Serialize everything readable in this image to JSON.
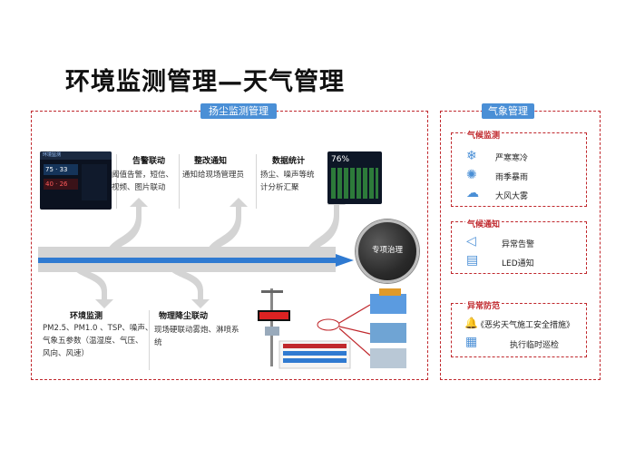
{
  "title": "环境监测管理—天气管理",
  "dust_section": {
    "tab": "扬尘监测管理",
    "top_nodes": [
      {
        "title": "告警联动",
        "desc": [
          "阈值告警，短信、",
          "视频、图片联动"
        ]
      },
      {
        "title": "整改通知",
        "desc": [
          "通知给现场管理员"
        ]
      },
      {
        "title": "数据统计",
        "desc": [
          "扬尘、噪声等统",
          "计分析汇聚"
        ]
      }
    ],
    "bottom_nodes": [
      {
        "title": "环境监测",
        "desc": [
          "PM2.5、PM1.0 、TSP、噪声、",
          "气象五参数（温湿度、气压、",
          "风向、风速）"
        ]
      },
      {
        "title": "物理降尘联动",
        "desc": [
          "现场硬联动雾炮、淋喷系",
          "统"
        ]
      }
    ],
    "circle_label": "专项治理",
    "screen_header": "环境监测",
    "screen_value": "76%"
  },
  "weather_section": {
    "tab": "气象管理",
    "groups": [
      {
        "title": "气候监测",
        "items": [
          {
            "icon": "snowflake-icon",
            "label": "严寒寒冷"
          },
          {
            "icon": "sun-icon",
            "label": "雨季暴雨"
          },
          {
            "icon": "cloud-fog-icon",
            "label": "大风大雾"
          }
        ]
      },
      {
        "title": "气候通知",
        "items": [
          {
            "icon": "megaphone-icon",
            "label": "异常告警"
          },
          {
            "icon": "led-board-icon",
            "label": "LED通知"
          }
        ]
      },
      {
        "title": "异常防范",
        "items": [
          {
            "icon": "bell-icon",
            "label": "《恶劣天气施工安全措施》"
          },
          {
            "icon": "checklist-icon",
            "label": "执行临时巡检"
          }
        ]
      }
    ]
  },
  "colors": {
    "accent": "#4a8fd6",
    "border": "#c0282d",
    "arrow_gray": "#d4d4d4",
    "arrow_blue": "#2f7ad1"
  }
}
